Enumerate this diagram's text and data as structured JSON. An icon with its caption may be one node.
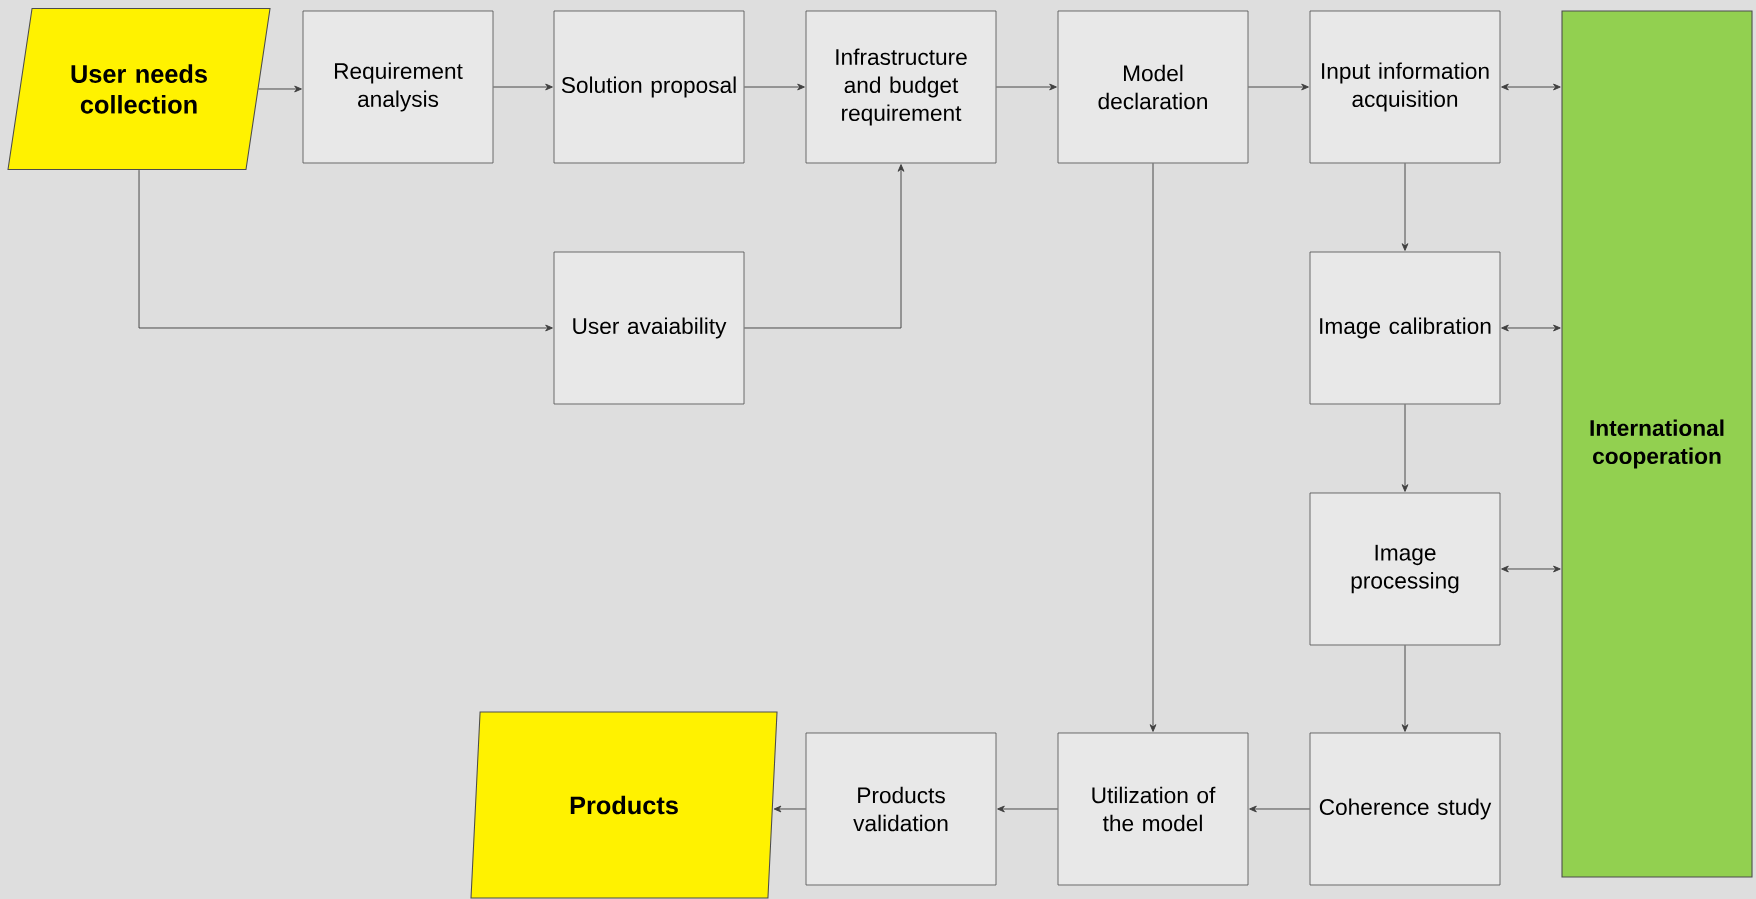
{
  "diagram": {
    "nodes": [
      {
        "text": [
          "User needs collection"
        ]
      },
      {
        "text": [
          "Requirement analysis"
        ]
      },
      {
        "text": [
          "Solution proposal"
        ]
      },
      {
        "text": [
          "Infrastructure and budget requirement"
        ]
      },
      {
        "text": [
          "Model declaration"
        ]
      },
      {
        "text": [
          "Input information acquisition"
        ]
      },
      {
        "text": [
          "International cooperation"
        ]
      },
      {
        "text": [
          "User avaiability"
        ]
      },
      {
        "text": [
          "Image calibration"
        ]
      },
      {
        "text": [
          "Image processing"
        ]
      },
      {
        "text": [
          "Products"
        ]
      },
      {
        "text": [
          "Products validation"
        ]
      },
      {
        "text": [
          "Utilization of the model"
        ]
      },
      {
        "text": [
          "Coherence study"
        ]
      }
    ],
    "edges": [
      {
        "from": 0,
        "to": 1,
        "arrow": "to"
      },
      {
        "from": 1,
        "to": 2,
        "arrow": "to"
      },
      {
        "from": 2,
        "to": 3,
        "arrow": "to"
      },
      {
        "from": 3,
        "to": 4,
        "arrow": "to"
      },
      {
        "from": 4,
        "to": 5,
        "arrow": "to"
      },
      {
        "from": 5,
        "to": 6,
        "arrow": "both"
      },
      {
        "from": 0,
        "to": 7,
        "arrow": "to"
      },
      {
        "from": 7,
        "to": 3,
        "arrow": "to"
      },
      {
        "from": 4,
        "to": 12,
        "arrow": "to"
      },
      {
        "from": 5,
        "to": 8,
        "arrow": "to"
      },
      {
        "from": 8,
        "to": 6,
        "arrow": "both"
      },
      {
        "from": 8,
        "to": 9,
        "arrow": "to"
      },
      {
        "from": 9,
        "to": 6,
        "arrow": "both"
      },
      {
        "from": 9,
        "to": 13,
        "arrow": "to"
      },
      {
        "from": 13,
        "to": 12,
        "arrow": "to"
      },
      {
        "from": 12,
        "to": 11,
        "arrow": "to"
      },
      {
        "from": 11,
        "to": 10,
        "arrow": "to"
      }
    ]
  }
}
